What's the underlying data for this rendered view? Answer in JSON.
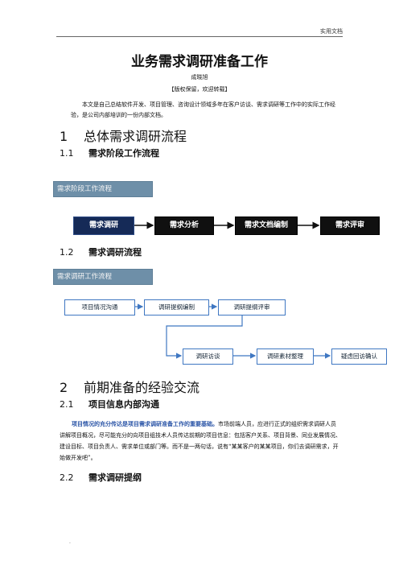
{
  "header": {
    "note": "实用文档"
  },
  "doc": {
    "title": "业务需求调研准备工作",
    "author": "成晓旭",
    "copyright": "【版权保留，欢迎转载】",
    "intro": "本文是自己总结软件开发、项目管理、咨询设计领域多年在客户访谈、需求调研等工作中的实际工作经验，是公司内部培训的一份内部文档。"
  },
  "section1": {
    "num": "1",
    "title": "总体需求调研流程",
    "sub1": {
      "num": "1.1",
      "title": "需求阶段工作流程"
    },
    "label1": "需求阶段工作流程",
    "steps": [
      "需求调研",
      "需求分析",
      "需求文档编制",
      "需求评审"
    ],
    "sub2": {
      "num": "1.2",
      "title": "需求调研流程"
    },
    "label2": "需求调研工作流程",
    "flow_row1": [
      "项目情况沟通",
      "调研提纲编制",
      "调研提纲评审"
    ],
    "flow_row2": [
      "调研访谈",
      "调研素材整理",
      "疑虑回访确认"
    ]
  },
  "section2": {
    "num": "2",
    "title": "前期准备的经验交流",
    "sub1": {
      "num": "2.1",
      "title": "项目信息内部沟通"
    },
    "para_bold": "项目情况的充分传达是项目需求调研准备工作的重要基础。",
    "para_rest": "市场前端人员，应进行正式的组织需求调研人员讲解项目概况，尽可能充分的向项目组技术人员传达前期的项目信息：包括客户关系、项目背景、同业发展情况、建设目标、项目负责人、需求单位或部门等。而不是一两句话，说有“某某客户的某某项目，你们去调研需求，开始做开发吧”。",
    "sub2": {
      "num": "2.2",
      "title": "需求调研提纲"
    }
  },
  "footer": {
    "dot": "."
  },
  "colors": {
    "node_border": "#3f77c2",
    "label_bg": "#6e8fa8",
    "step_bg": "#101010",
    "step_first_bg": "#152a57"
  }
}
